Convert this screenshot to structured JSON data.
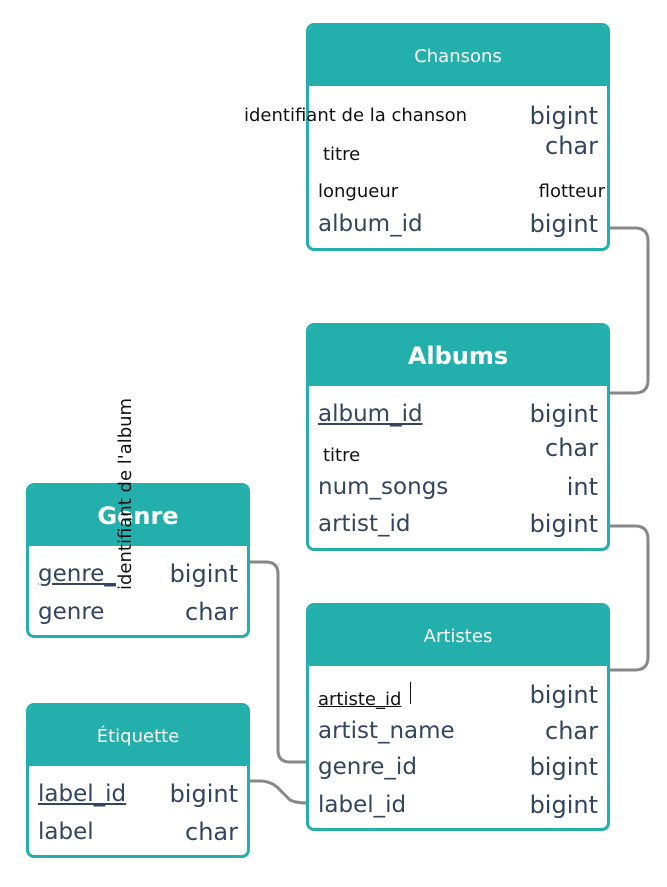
{
  "diagram": {
    "colors": {
      "header": "#23b0ad",
      "text": "#34455f",
      "connector": "#888888"
    },
    "tables": {
      "chansons": {
        "title": "Chansons",
        "fields": [
          {
            "name": "",
            "type": "bigint"
          },
          {
            "name": "titre",
            "type": "char"
          },
          {
            "name": "longueur",
            "type": "flotteur"
          },
          {
            "name": "album_id",
            "type": "bigint"
          }
        ]
      },
      "albums": {
        "title": "Albums",
        "fields": [
          {
            "name": "album_id",
            "type": "bigint"
          },
          {
            "name": "titre",
            "type": "char"
          },
          {
            "name": "num_songs",
            "type": "int"
          },
          {
            "name": "artist_id",
            "type": "bigint"
          }
        ]
      },
      "genre": {
        "title": "Genre",
        "fields": [
          {
            "name": "genre_",
            "type": "bigint"
          },
          {
            "name": "genre",
            "type": "char"
          }
        ]
      },
      "artistes": {
        "title": "Artistes",
        "fields": [
          {
            "name": "artiste_id",
            "type": "bigint"
          },
          {
            "name": "artist_name",
            "type": "char"
          },
          {
            "name": "genre_id",
            "type": "bigint"
          },
          {
            "name": "label_id",
            "type": "bigint"
          }
        ]
      },
      "etiquette": {
        "title": "Étiquette",
        "fields": [
          {
            "name": "label_id",
            "type": "bigint"
          },
          {
            "name": "label",
            "type": "char"
          }
        ]
      }
    },
    "annotations": {
      "song_id_label": "identifiant de la chanson",
      "album_id_label": "identifiant de l'album"
    }
  }
}
